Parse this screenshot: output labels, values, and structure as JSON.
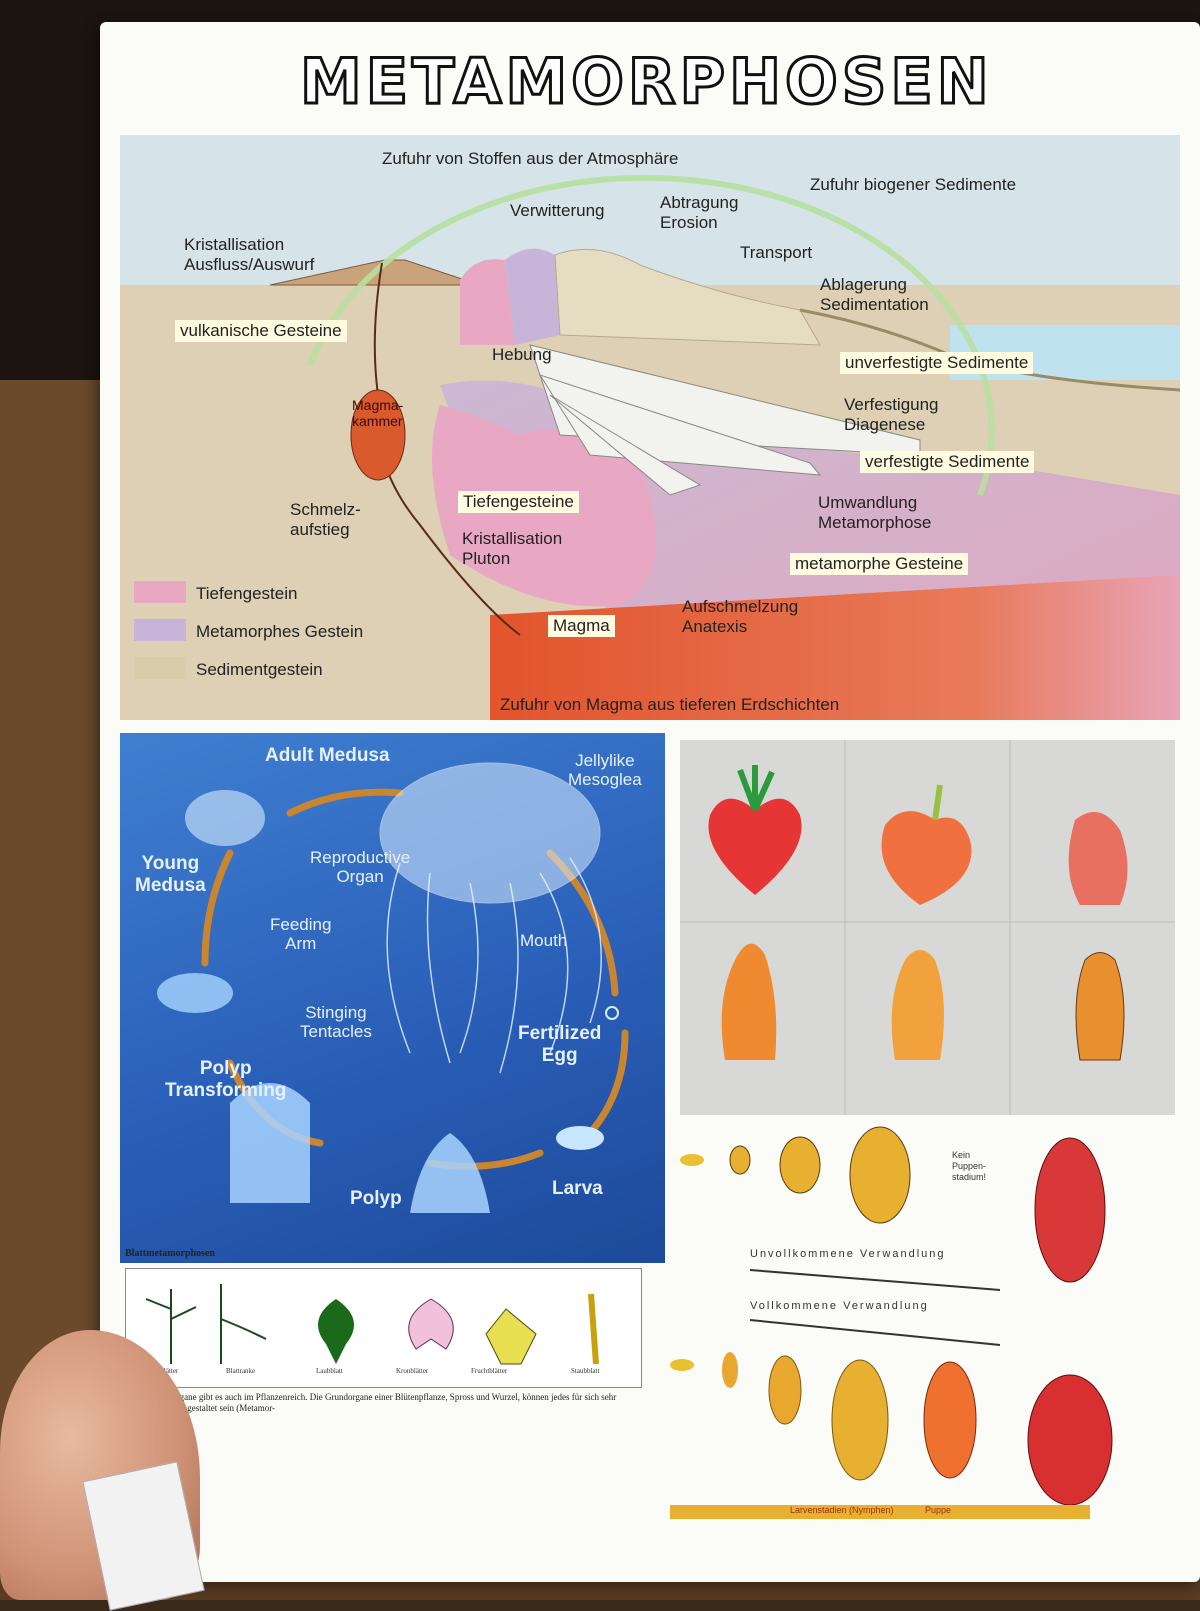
{
  "poster": {
    "title": "METAMORPHOSEN"
  },
  "rock_cycle": {
    "labels": {
      "atmosphere": "Zufuhr von Stoffen aus der Atmosphäre",
      "weathering": "Verwitterung",
      "erosion": "Abtragung\nErosion",
      "biogenic": "Zufuhr biogener Sedimente",
      "transport": "Transport",
      "deposition": "Ablagerung\nSedimentation",
      "crystallization": "Kristallisation\nAusfluss/Auswurf",
      "volcanic": "vulkanische Gesteine",
      "uplift": "Hebung",
      "unconsolidated": "unverfestigte Sedimente",
      "magma_chamber": "Magma-\nkammer",
      "diagenesis": "Verfestigung\nDiagenese",
      "consolidated": "verfestigte Sedimente",
      "melt_rise": "Schmelz-\naufstieg",
      "plutonic": "Tiefengesteine",
      "pluton": "Kristallisation\nPluton",
      "metamorphosis": "Umwandlung\nMetamorphose",
      "metamorphic": "metamorphe Gesteine",
      "anatexis": "Aufschmelzung\nAnatexis",
      "magma": "Magma",
      "deep_magma": "Zufuhr von Magma aus tieferen Erdschichten"
    },
    "legend": [
      {
        "label": "Tiefengestein",
        "color": "#e8a8c4"
      },
      {
        "label": "Metamorphes Gestein",
        "color": "#c8b4d8"
      },
      {
        "label": "Sedimentgestein",
        "color": "#d9ccab"
      }
    ]
  },
  "jellyfish": {
    "adult": "Adult Medusa",
    "mesoglea": "Jellylike\nMesoglea",
    "young": "Young\nMedusa",
    "reproductive": "Reproductive\nOrgan",
    "feeding": "Feeding\nArm",
    "mouth": "Mouth",
    "stinging": "Stinging\nTentacles",
    "egg": "Fertilized\nEgg",
    "polyp_transforming": "Polyp\nTransforming",
    "polyp": "Polyp",
    "larva": "Larva"
  },
  "insects": {
    "no_pupa": "Kein\nPuppen-\nstadium!",
    "incomplete": "Unvollkommene Verwandlung",
    "complete": "Vollkommene Verwandlung",
    "stages_bar": "Larvenstadien (Nymphen)",
    "pupa": "Puppe"
  },
  "leaves": {
    "heading": "Blattmetamorphosen",
    "captions": [
      "Kronblätter",
      "Blattranke",
      "Laubblatt",
      "Kronblätter",
      "Fruchtblätter",
      "Staubblatt"
    ],
    "text": "Homologe Organe gibt es auch im Pflanzenreich. Die Grundorgane einer Blütenpflanze, Spross und Wurzel, können jedes für sich sehr unterschiedlich gestaltet sein (Metamor-"
  },
  "colors": {
    "pluton": "#e8a8c4",
    "metamorphic": "#c8b4d8",
    "sediment": "#d9ccab",
    "magma": "#e2542c",
    "ocean": "#2a5fb8",
    "water": "#bfe3ee"
  }
}
